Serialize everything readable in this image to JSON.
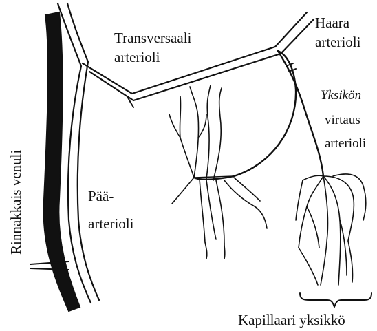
{
  "diagram": {
    "labels": {
      "transverse_line1": "Transversaali",
      "transverse_line2": "arterioli",
      "branch_line1": "Haara",
      "branch_line2": "arterioli",
      "unit_flow_line1": "Yksikön",
      "unit_flow_line2": "virtaus",
      "unit_flow_line3": "arterioli",
      "parallel_venule": "Rinnakkais venuli",
      "main_line1": "Pää-",
      "main_line2": "arterioli",
      "capillary_unit": "Kapillaari yksikkö"
    },
    "colors": {
      "ink": "#111111",
      "venule_fill": "#111111",
      "background": "#ffffff"
    }
  }
}
